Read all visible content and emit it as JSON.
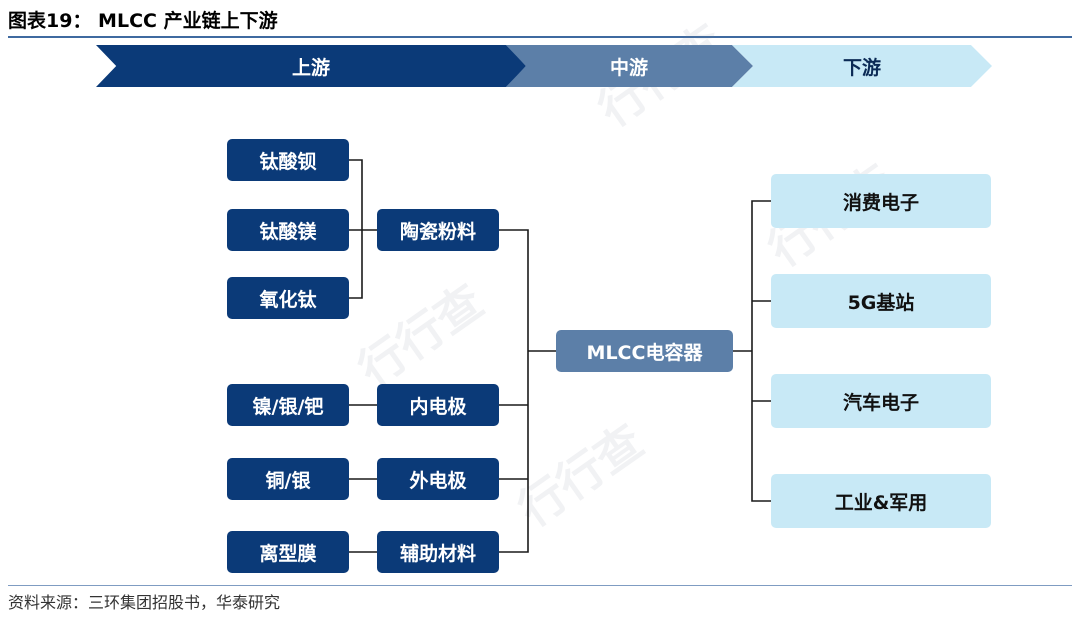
{
  "title": "图表19：  MLCC 产业链上下游",
  "stages": {
    "upstream": "上游",
    "midstream": "中游",
    "downstream": "下游"
  },
  "raw_materials": [
    "钛酸钡",
    "钛酸镁",
    "氧化钛",
    "镍/银/钯",
    "铜/银",
    "离型膜"
  ],
  "components": [
    "陶瓷粉料",
    "内电极",
    "外电极",
    "辅助材料"
  ],
  "center": "MLCC电容器",
  "applications": [
    "消费电子",
    "5G基站",
    "汽车电子",
    "工业&军用"
  ],
  "source": "资料来源：三环集团招股书，华泰研究",
  "colors": {
    "dark_navy": "#0b3a78",
    "mid_blue": "#5c7fa8",
    "light_blue": "#c8e9f6",
    "connector": "#1a1a1a"
  }
}
